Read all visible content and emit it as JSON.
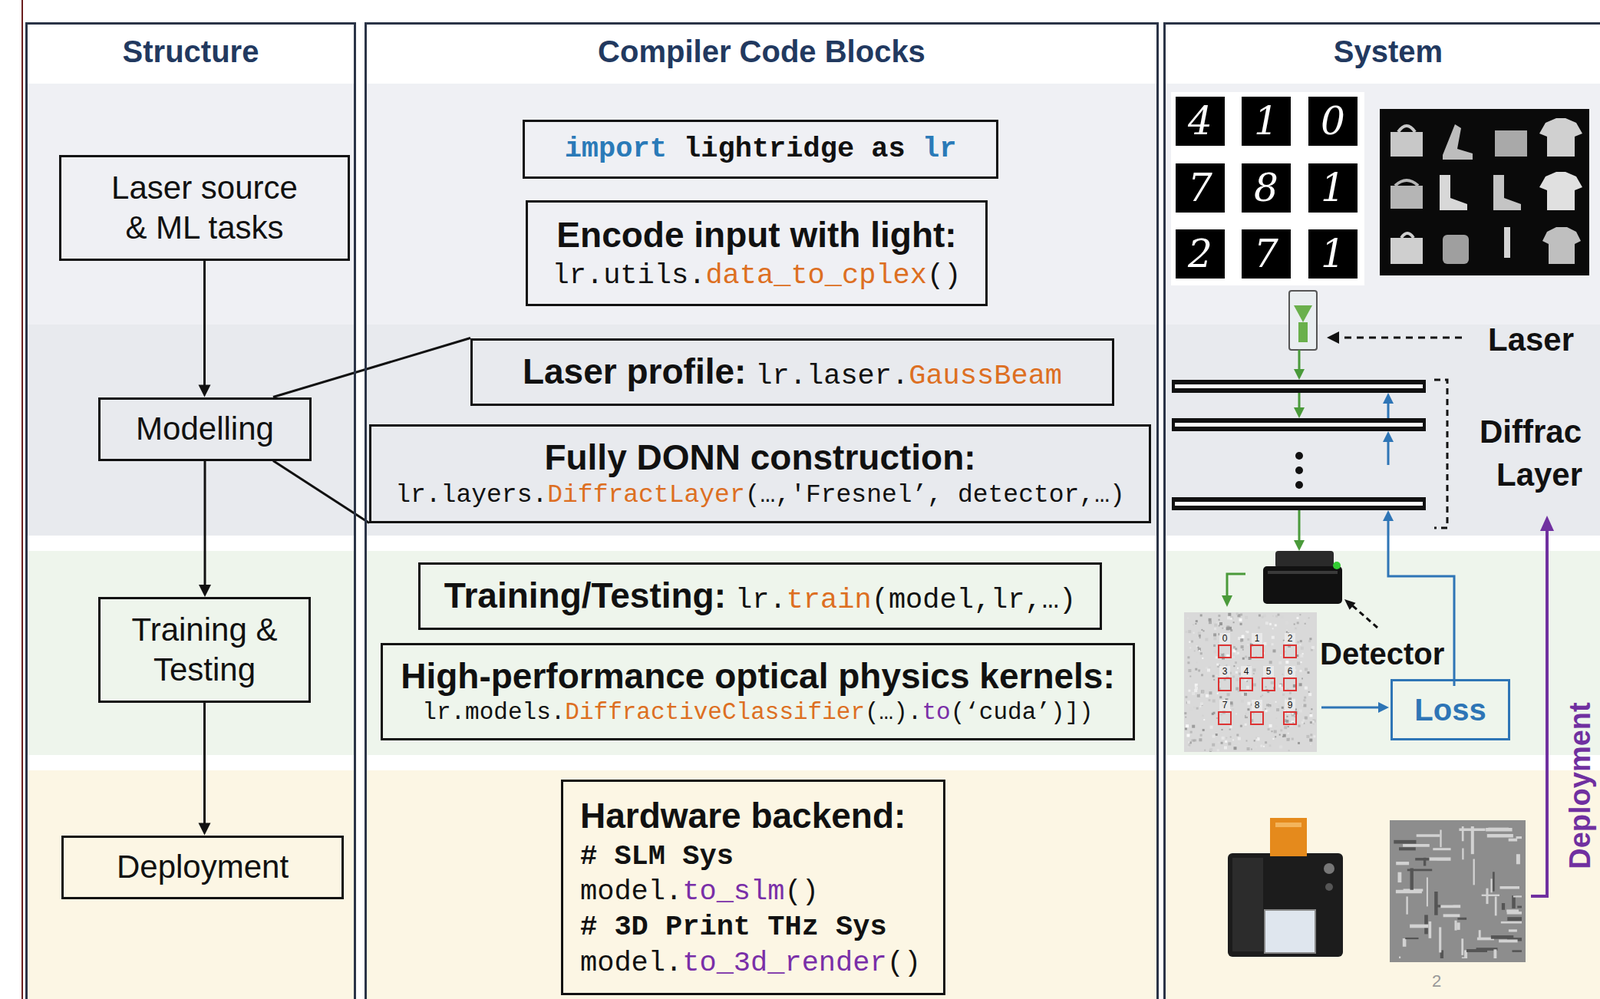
{
  "diagram": {
    "nodes": [
      {
        "text": [
          "Structure"
        ]
      },
      {
        "text": [
          "Laser source & ML tasks"
        ],
        "in": 0
      },
      {
        "text": [
          "Modelling"
        ],
        "in": 0
      },
      {
        "text": [
          "Training & Testing"
        ],
        "in": 0
      },
      {
        "text": [
          "Deployment"
        ],
        "in": 0
      },
      {
        "text": [
          "Compiler Code Blocks"
        ]
      },
      {
        "text": [
          "import lightridge as lr"
        ],
        "in": 5
      },
      {
        "text": [
          "Encode input with light:",
          "lr.utils.data_to_cplex()"
        ],
        "in": 5
      },
      {
        "text": [
          "Laser profile:",
          "lr.laser.GaussBeam"
        ],
        "in": 5
      },
      {
        "text": [
          "Fully DONN construction:",
          "lr.layers.DiffractLayer(…,'Fresnel’, detector,…)"
        ],
        "in": 5
      },
      {
        "text": [
          "Training/Testing:",
          "lr.train(model,lr,…)"
        ],
        "in": 5
      },
      {
        "text": [
          "High-performance optical physics kernels:",
          "lr.models.DiffractiveClassifier(…).to(‘cuda’)])"
        ],
        "in": 5
      },
      {
        "text": [
          "Hardware backend:",
          "# SLM Sys",
          "model.to_slm()",
          "# 3D Print THz Sys",
          "model.to_3d_render()"
        ],
        "in": 5
      },
      {
        "text": [
          "System"
        ]
      },
      {
        "text": [
          "Loss"
        ],
        "in": 13
      }
    ],
    "edges": [
      {
        "from": 1,
        "to": 2,
        "arrow": "to"
      },
      {
        "from": 2,
        "to": 3,
        "arrow": "to"
      },
      {
        "from": 3,
        "to": 4,
        "arrow": "to"
      },
      {
        "from": 2,
        "to": 8,
        "arrow": "none"
      },
      {
        "from": 2,
        "to": 9,
        "arrow": "none"
      }
    ],
    "labels": [
      "4",
      "1",
      "0",
      "7",
      "8",
      "1",
      "2",
      "7",
      "1",
      "Laser",
      "Diffrac",
      "Layer",
      "Detector",
      "0",
      "1",
      "2",
      "3",
      "4",
      "5",
      "6",
      "7",
      "8",
      "9",
      "Deployment",
      "2"
    ]
  }
}
